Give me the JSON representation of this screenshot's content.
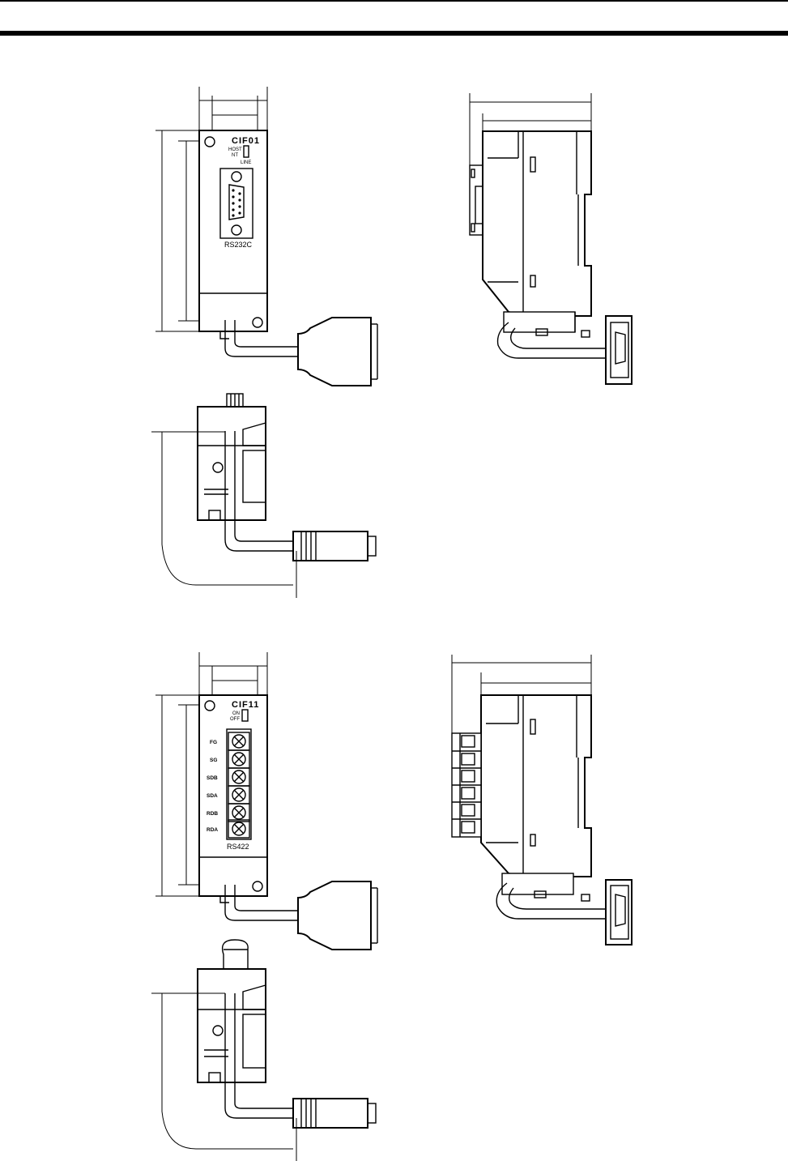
{
  "cif01": {
    "model": "CIF01",
    "switch_top": "HOST",
    "switch_mid": "NT",
    "switch_bottom": "LINE",
    "port_label": "RS232C"
  },
  "cif11": {
    "model": "CIF11",
    "switch_top": "ON",
    "switch_bottom": "OFF",
    "terminals": [
      "FG",
      "SG",
      "SDB",
      "SDA",
      "RDB",
      "RDA"
    ],
    "port_label": "RS422"
  }
}
